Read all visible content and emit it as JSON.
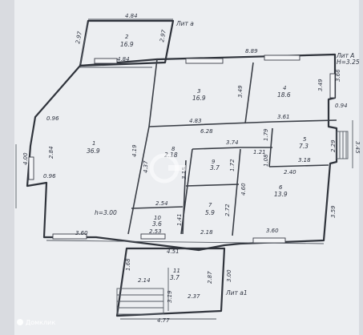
{
  "labels": {
    "lit_a_top": "Лит а",
    "lit_a_right": "Лит А",
    "height_right": "H=3.25",
    "height_main": "h=3.00",
    "lit_a1": "Лит а1"
  },
  "rooms": [
    {
      "num": "1",
      "area": "36.9"
    },
    {
      "num": "2",
      "area": "16.9"
    },
    {
      "num": "3",
      "area": "16.9"
    },
    {
      "num": "4",
      "area": "18.6"
    },
    {
      "num": "5",
      "area": "7.3"
    },
    {
      "num": "6",
      "area": "13.9"
    },
    {
      "num": "7",
      "area": "5.9"
    },
    {
      "num": "8",
      "area": "2.18"
    },
    {
      "num": "9",
      "area": "3.7"
    },
    {
      "num": "10",
      "area": "3.6"
    },
    {
      "num": "11",
      "area": "3.7"
    }
  ],
  "dimensions": {
    "top_width": "4.84",
    "top_left": "2.97",
    "top_right": "2.97",
    "inner_top": "4.84",
    "right_top": "8.89",
    "right_h1": "3.66",
    "left_diag": "0.96",
    "left_width": "4.00",
    "left_inner": "2.84",
    "left_diag2": "0.96",
    "bottom_left": "3.60",
    "bottom_mid": "2.18",
    "bottom_right": "3.60",
    "bot_23": "2.53",
    "bot_451": "4.51",
    "mid_483": "4.83",
    "mid_628": "6.28",
    "mid_374": "3.74",
    "mid_361": "3.61",
    "r_349a": "3.49",
    "r_349b": "3.49",
    "r_094": "0.94",
    "r_345": "3.45",
    "r_229": "2.29",
    "r_318": "3.18",
    "r_240": "2.40",
    "r_121": "1.21",
    "r_108": "1.08",
    "r_179": "1.79",
    "r_359": "3.59",
    "c_419": "4.19",
    "c_437": "4.37",
    "c_315": "3.15",
    "c_172": "1.72",
    "c_460": "4.60",
    "c_254": "2.54",
    "c_272": "2.72",
    "c_141": "1.41",
    "p_168": "1.68",
    "p_214": "2.14",
    "p_287": "2.87",
    "p_300": "3.00",
    "p_237": "2.37",
    "p_319": "3.19",
    "p_477": "4.77"
  },
  "watermark": {
    "brand": "Домклик"
  }
}
